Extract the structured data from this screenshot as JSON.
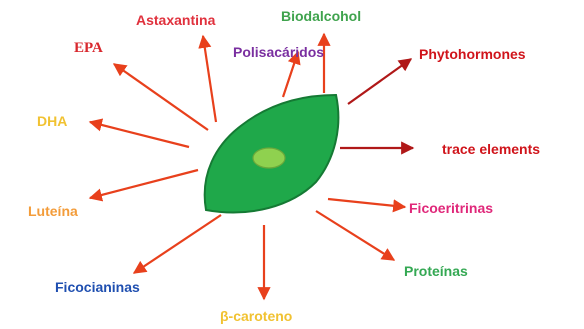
{
  "colors": {
    "arrow": "#e8401c",
    "arrow_dark": "#b01818",
    "cell_fill": "#1fa84a",
    "cell_stroke": "#157a34",
    "nucleus_fill": "#8fd14f",
    "nucleus_stroke": "#6aa83a"
  },
  "labels": {
    "astaxantina": {
      "text": "Astaxantina",
      "color": "#e0313d"
    },
    "biodalcohol": {
      "text": "Biodalcohol",
      "color": "#3fa34d"
    },
    "epa": {
      "text": "EPA",
      "color": "#d8282e"
    },
    "polisacaridos": {
      "text": "Polisacáridos",
      "color": "#7a2fa0"
    },
    "phytohormones": {
      "text": "Phytohormones",
      "color": "#d0141b"
    },
    "dha": {
      "text": "DHA",
      "color": "#f1c232"
    },
    "trace_elements": {
      "text": "trace elements",
      "color": "#d0141b"
    },
    "luteina": {
      "text": "Luteína",
      "color": "#f39c3a"
    },
    "ficoeritrinas": {
      "text": "Ficoeritrinas",
      "color": "#e0287a"
    },
    "ficocianinas": {
      "text": "Ficocianinas",
      "color": "#1f4fb0"
    },
    "proteinas": {
      "text": "Proteínas",
      "color": "#34a853"
    },
    "beta_caroteno": {
      "text": "β-caroteno",
      "color": "#f1c232"
    }
  }
}
